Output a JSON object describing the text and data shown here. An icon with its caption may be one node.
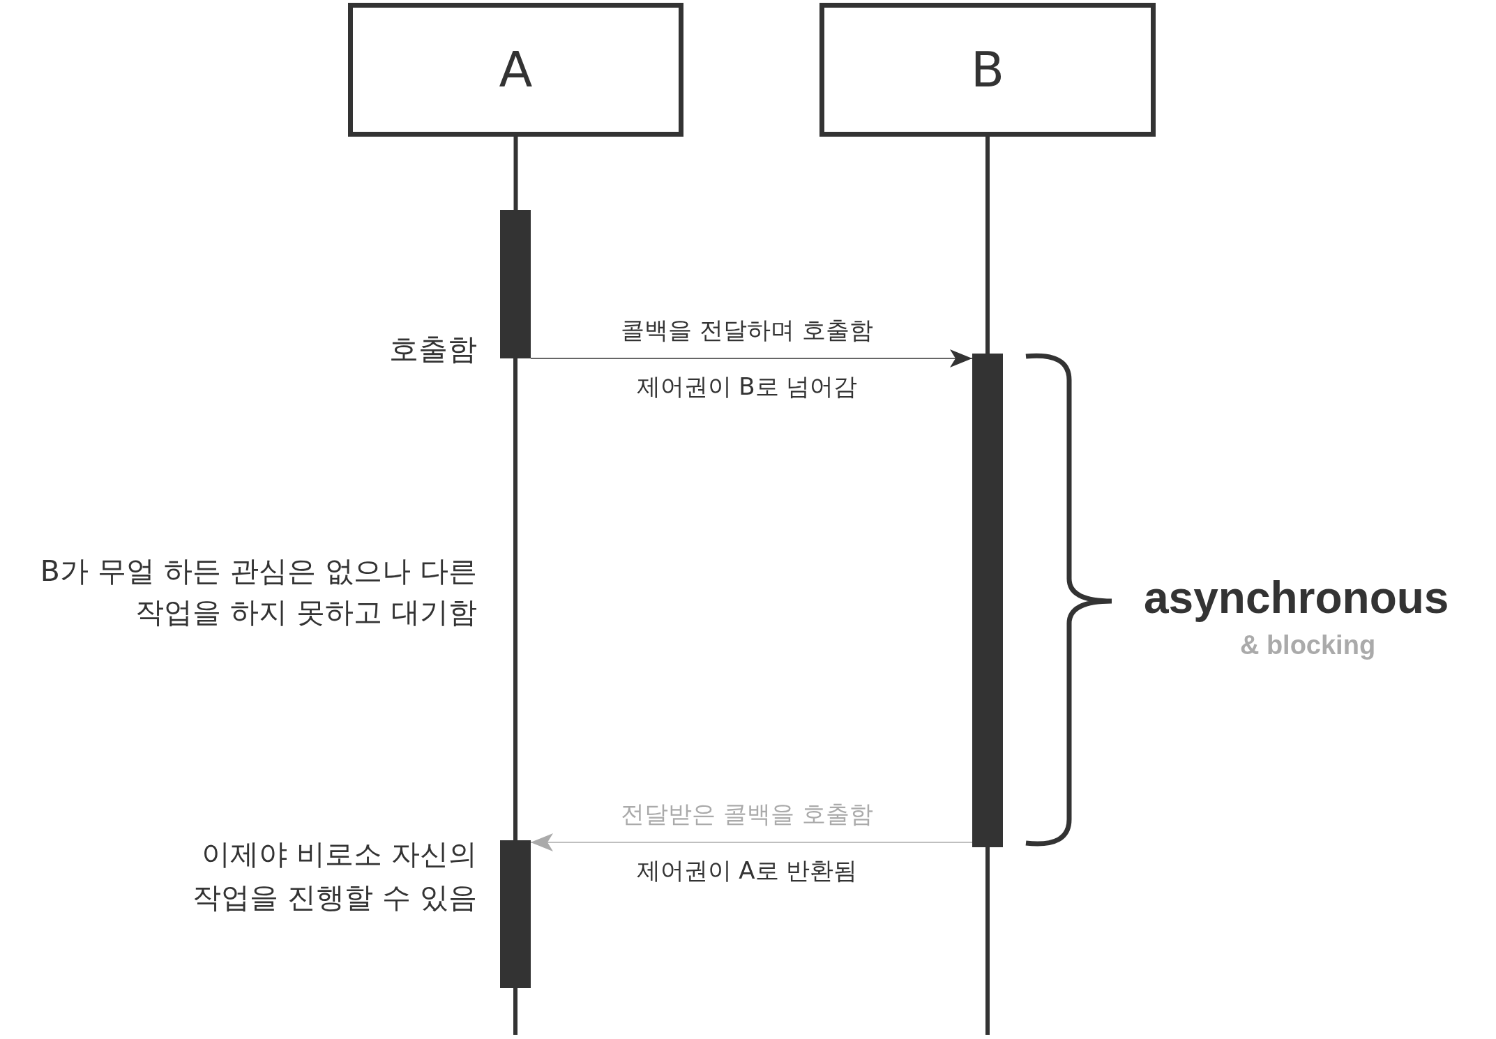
{
  "diagram": {
    "nodes": [
      {
        "text": [
          "A"
        ]
      },
      {
        "text": [
          "B"
        ]
      },
      {
        "text": [],
        "shape": "bar"
      },
      {
        "text": [],
        "shape": "bar"
      },
      {
        "text": [],
        "shape": "bar"
      }
    ],
    "edges": [
      {
        "from": 0,
        "to": 2,
        "arrow": "none"
      },
      {
        "from": 2,
        "to": 4,
        "arrow": "none"
      },
      {
        "from": 4,
        "to": null,
        "arrow": "none"
      },
      {
        "from": 1,
        "to": 3,
        "arrow": "none"
      },
      {
        "from": 3,
        "to": null,
        "arrow": "none"
      },
      {
        "from": 2,
        "to": 3,
        "arrow": "to",
        "label": "콜백을 전달하며 호출함"
      },
      {
        "from": 3,
        "to": 4,
        "arrow": "to",
        "label": "전달받은 콜백을 호출함",
        "color": "#aaaaaa"
      }
    ],
    "labels": [
      "호출함",
      "제어권이 B로 넘어감",
      "B가 무얼 하든 관심은 없으나 다른 작업을 하지 못하고 대기함",
      "제어권이 A로 반환됨",
      "이제야 비로소 자신의 작업을 진행할 수 있음",
      "asynchronous",
      "& blocking"
    ]
  }
}
